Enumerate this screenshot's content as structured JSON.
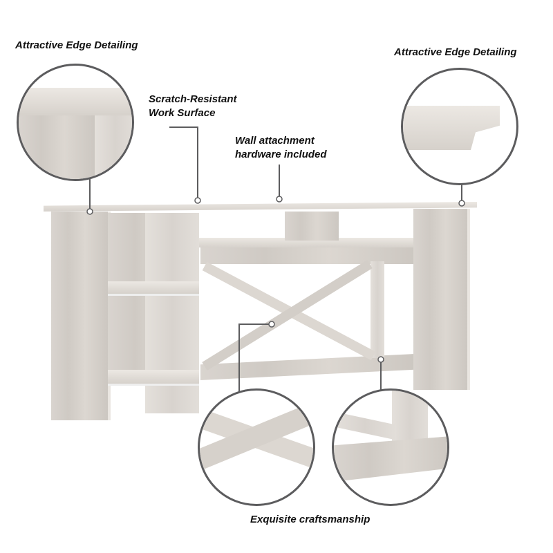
{
  "callouts": {
    "edge_left": "Attractive Edge Detailing",
    "edge_right": "Attractive Edge Detailing",
    "surface_line1": "Scratch-Resistant",
    "surface_line2": "Work Surface",
    "wall_line1": "Wall attachment",
    "wall_line2": "hardware included",
    "craftsmanship": "Exquisite craftsmanship"
  },
  "colors": {
    "wood": "#d6d1cb",
    "callout_line": "#5c5c5e",
    "text": "#111111"
  }
}
